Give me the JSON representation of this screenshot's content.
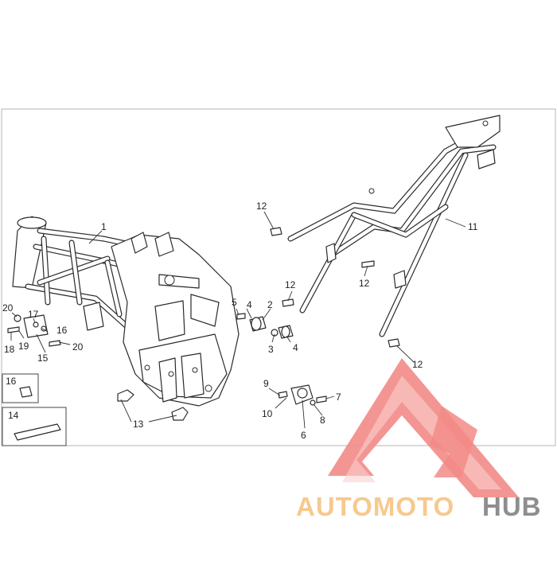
{
  "diagram": {
    "callouts": [
      {
        "id": "c1",
        "text": "1"
      },
      {
        "id": "c2",
        "text": "2"
      },
      {
        "id": "c3",
        "text": "3"
      },
      {
        "id": "c4a",
        "text": "4"
      },
      {
        "id": "c4b",
        "text": "4"
      },
      {
        "id": "c5",
        "text": "5"
      },
      {
        "id": "c6",
        "text": "6"
      },
      {
        "id": "c7",
        "text": "7"
      },
      {
        "id": "c8",
        "text": "8"
      },
      {
        "id": "c9",
        "text": "9"
      },
      {
        "id": "c10",
        "text": "10"
      },
      {
        "id": "c11",
        "text": "11"
      },
      {
        "id": "c12a",
        "text": "12"
      },
      {
        "id": "c12b",
        "text": "12"
      },
      {
        "id": "c12c",
        "text": "12"
      },
      {
        "id": "c12d",
        "text": "12"
      },
      {
        "id": "c13",
        "text": "13"
      },
      {
        "id": "c14",
        "text": "14"
      },
      {
        "id": "c15",
        "text": "15"
      },
      {
        "id": "c16a",
        "text": "16"
      },
      {
        "id": "c16b",
        "text": "16"
      },
      {
        "id": "c17",
        "text": "17"
      },
      {
        "id": "c18",
        "text": "18"
      },
      {
        "id": "c19",
        "text": "19"
      },
      {
        "id": "c20a",
        "text": "20"
      },
      {
        "id": "c20b",
        "text": "20"
      }
    ]
  },
  "watermark": {
    "text_part1": "AUTOMOTO",
    "text_part2": "HUB",
    "colors": {
      "logo": "#f28b87",
      "part1": "#f7c98e",
      "part2": "#8e8e8e"
    }
  }
}
